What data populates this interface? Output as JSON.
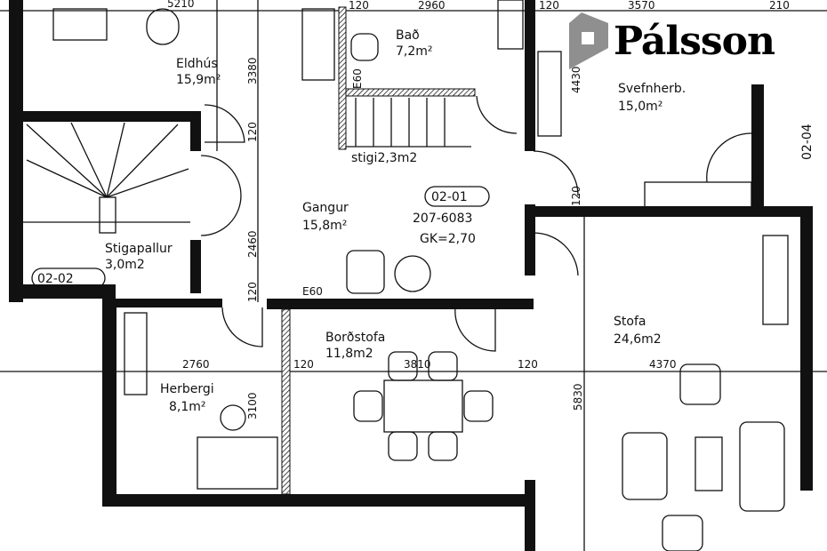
{
  "brand": {
    "name": "Pálsson",
    "logo_color": "#8f8f8f"
  },
  "rooms": [
    {
      "name": "Eldhús",
      "area": "15,9m²"
    },
    {
      "name": "Bað",
      "area": "7,2m²"
    },
    {
      "name": "Svefnherb.",
      "area": "15,0m²"
    },
    {
      "name": "Gangur",
      "area": "15,8m²"
    },
    {
      "name": "Stigapallur",
      "area": "3,0m2"
    },
    {
      "name": "Borðstofa",
      "area": "11,8m2"
    },
    {
      "name": "Herbergi",
      "area": "8,1m²"
    },
    {
      "name": "Stofa",
      "area": "24,6m2"
    }
  ],
  "stair_label": "stigi2,3m2",
  "unit_tags": [
    "02-01",
    "02-02",
    "02-04"
  ],
  "unit_info": {
    "number": "207-6083",
    "height": "GK=2,70"
  },
  "fire_ratings": [
    "E60",
    "E60"
  ],
  "dimensions": [
    "5210",
    "120",
    "2960",
    "120",
    "3570",
    "210",
    "3380",
    "120",
    "4430",
    "120",
    "2460",
    "120",
    "2760",
    "120",
    "3810",
    "120",
    "4370",
    "3100",
    "5830"
  ]
}
